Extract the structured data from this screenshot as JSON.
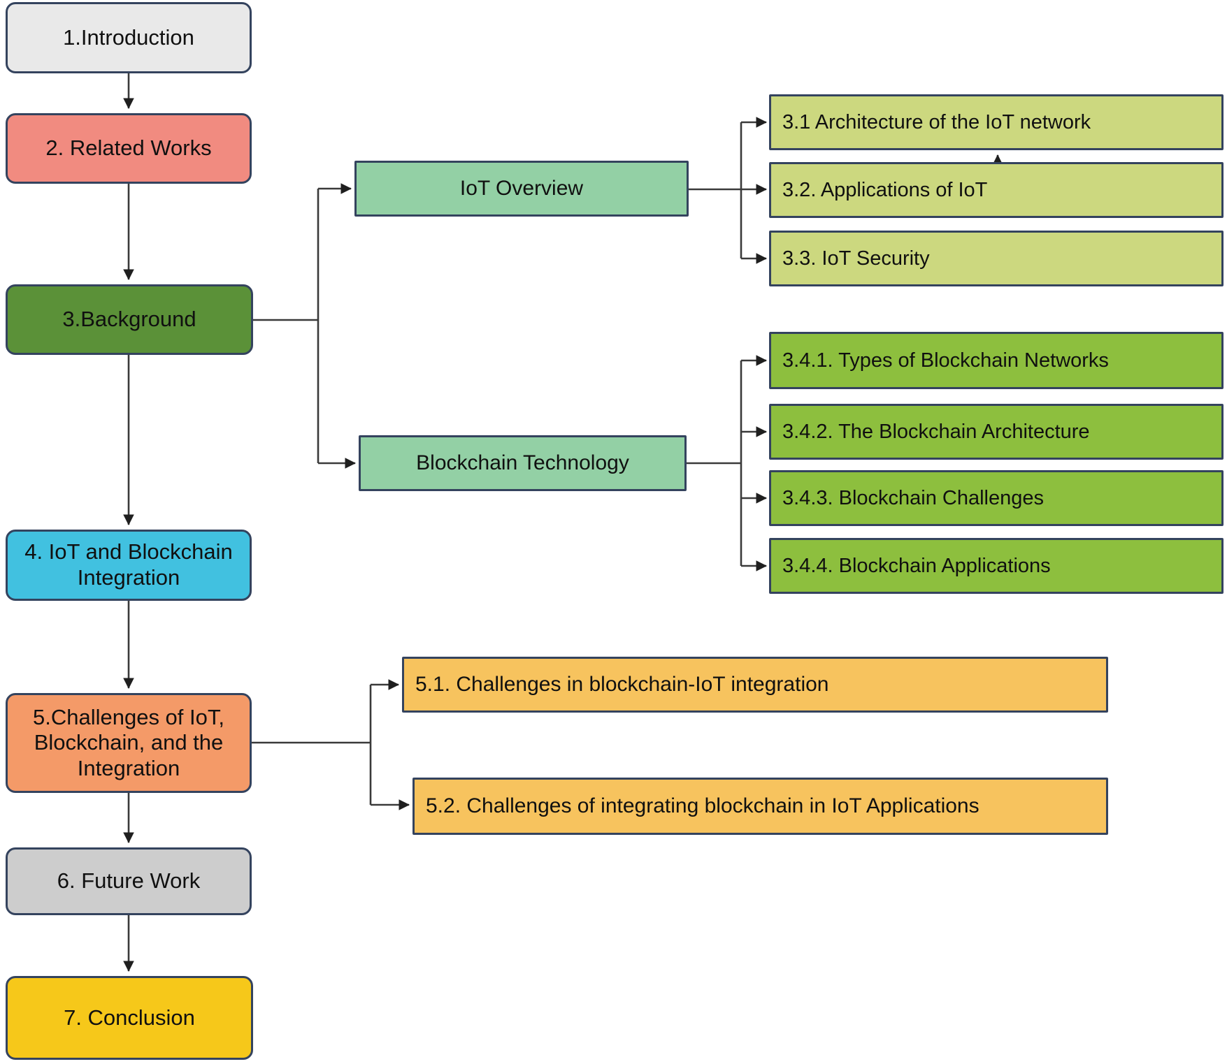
{
  "figure": {
    "type": "flowchart",
    "description": "Paper structure flowchart: main sections flow vertically on the left, with subsection branches to the right"
  },
  "palette": {
    "border": "#34435e",
    "arrow": "#1f1f1f",
    "gray_light": "#e9e9e9",
    "salmon": "#f18b80",
    "green_dark": "#5b9138",
    "cyan": "#41c1e0",
    "orange": "#f49a68",
    "gray_mid": "#cdcdcd",
    "yellow": "#f6c81a",
    "teal_green": "#93d0a5",
    "yellow_green": "#ccd87f",
    "olive_green": "#8dbf3e",
    "amber": "#f7c35e"
  },
  "nodes": {
    "intro": {
      "label": "1.Introduction"
    },
    "related": {
      "label": "2. Related Works"
    },
    "background": {
      "label": "3.Background"
    },
    "integration": {
      "label": "4.  IoT and Blockchain Integration"
    },
    "challenges": {
      "label": "5.Challenges of IoT, Blockchain, and the Integration"
    },
    "future": {
      "label": "6. Future Work"
    },
    "conclusion": {
      "label": "7. Conclusion"
    },
    "iot_overview": {
      "label": "IoT Overview"
    },
    "blockchain_tech": {
      "label": "Blockchain Technology"
    },
    "s31": {
      "label": "3.1 Architecture of the IoT network"
    },
    "s32": {
      "label": "3.2. Applications of IoT"
    },
    "s33": {
      "label": "3.3. IoT Security"
    },
    "s341": {
      "label": "3.4.1. Types of Blockchain Networks"
    },
    "s342": {
      "label": "3.4.2. The Blockchain Architecture"
    },
    "s343": {
      "label": "3.4.3. Blockchain Challenges"
    },
    "s344": {
      "label": "3.4.4. Blockchain Applications"
    },
    "s51": {
      "label": "5.1. Challenges in blockchain-IoT integration"
    },
    "s52": {
      "label": "5.2. Challenges of integrating blockchain in IoT Applications"
    }
  }
}
